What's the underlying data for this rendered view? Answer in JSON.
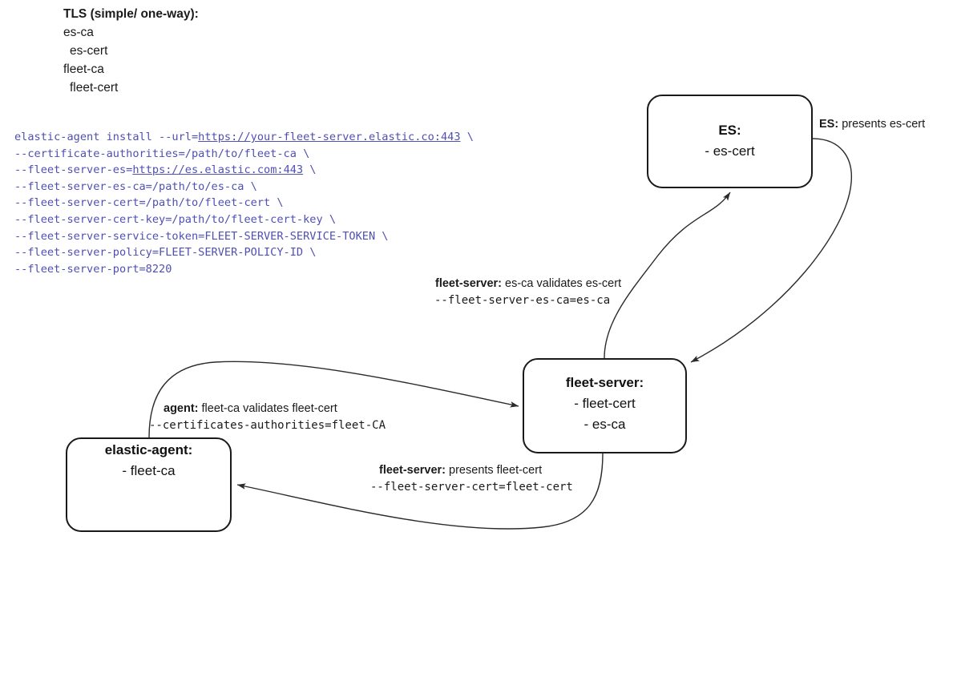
{
  "legend": {
    "title": "TLS (simple/ one-way):",
    "lines": [
      "es-ca",
      "es-cert",
      "fleet-ca",
      "fleet-cert"
    ]
  },
  "command": {
    "line1_pre": "elastic-agent install --url=",
    "line1_link": "https://your-fleet-server.elastic.co:443",
    "line1_post": " \\",
    "line2": "--certificate-authorities=/path/to/fleet-ca \\",
    "line3_pre": "--fleet-server-es=",
    "line3_link": "https://es.elastic.com:443",
    "line3_post": " \\",
    "line4": "--fleet-server-es-ca=/path/to/es-ca \\",
    "line5": "--fleet-server-cert=/path/to/fleet-cert \\",
    "line6": "--fleet-server-cert-key=/path/to/fleet-cert-key \\",
    "line7": "--fleet-server-service-token=FLEET-SERVER-SERVICE-TOKEN \\",
    "line8": "--fleet-server-policy=FLEET-SERVER-POLICY-ID \\",
    "line9": "--fleet-server-port=8220",
    "color": "#4f4fb4"
  },
  "nodes": {
    "es": {
      "title": "ES:",
      "items": [
        "- es-cert"
      ]
    },
    "fleet_server": {
      "title": "fleet-server:",
      "items": [
        "- fleet-cert",
        "- es-ca"
      ]
    },
    "elastic_agent": {
      "title": "elastic-agent:",
      "items": [
        "- fleet-ca"
      ]
    }
  },
  "edges": {
    "es_presents": {
      "bold": "ES:",
      "text": " presents es-cert"
    },
    "fleet_validates": {
      "bold": "fleet-server:",
      "text": " es-ca validates es-cert",
      "mono": "--fleet-server-es-ca=es-ca"
    },
    "agent_validates": {
      "bold": "agent:",
      "text": " fleet-ca validates fleet-cert",
      "mono": "--certificates-authorities=fleet-CA"
    },
    "fleet_presents": {
      "bold": "fleet-server:",
      "text": " presents fleet-cert",
      "mono": "--fleet-server-cert=fleet-cert"
    }
  },
  "style": {
    "box_border": "#1a1a1a",
    "arrow_color": "#2b2b2b",
    "background": "#ffffff"
  }
}
